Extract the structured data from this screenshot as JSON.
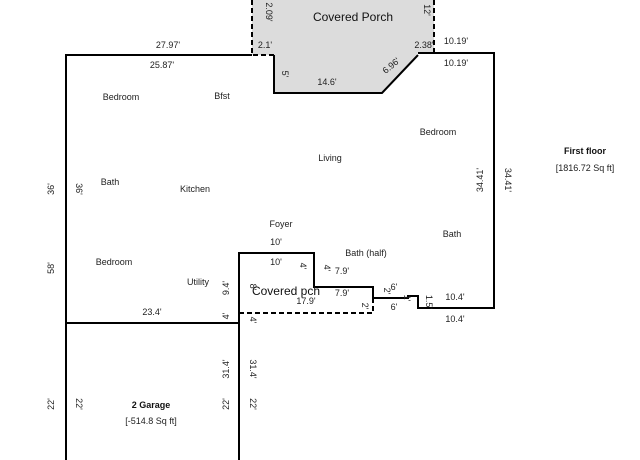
{
  "floor": {
    "title": "First floor",
    "area": "[1816.72 Sq ft]"
  },
  "garage": {
    "title": "2 Garage",
    "area": "[-514.8 Sq ft]"
  },
  "rooms": {
    "covered_porch": "Covered Porch",
    "covered_pch": "Covered pch",
    "bedroom_nw": "Bedroom",
    "bfst": "Bfst",
    "bedroom_e": "Bedroom",
    "living": "Living",
    "bath_w": "Bath",
    "kitchen": "Kitchen",
    "foyer": "Foyer",
    "bath_half": "Bath (half)",
    "bath_e": "Bath",
    "bedroom_sw": "Bedroom",
    "utility": "Utility"
  },
  "dims": {
    "top_outer": "27.97'",
    "top_inner": "25.87'",
    "porch_left_vert": "2.09'",
    "porch_left_small": "2.1'",
    "porch_right_vert": "12'",
    "porch_inner_left": "5'",
    "porch_bottom": "14.6'",
    "porch_diag": "6.96'",
    "porch_right_small": "2.38'",
    "right_top_outer": "10.19'",
    "right_top_inner": "10.19'",
    "left_outer": "36'",
    "left_inner": "36'",
    "right_inner": "34.41'",
    "right_outer": "34.41'",
    "left_lower": "58'",
    "foyer_top": "10'",
    "foyer_inner": "10'",
    "foyer_vert": "4'",
    "bath_half_w": "7.9'",
    "pch_bottom_inner": "7.9'",
    "pch_vert_small": "2'",
    "pch_vert_small2": "2'",
    "step_6a": "6'",
    "step_6b": "6'",
    "step_1": "1'",
    "step_15": "1.5'",
    "pch_left_vert": "8'",
    "utility_vert": "9.4'",
    "pch_bottom": "17.9'",
    "right_bottom_outer": "10.4'",
    "right_bottom_inner": "10.4'",
    "garage_top": "23.4'",
    "garage_small_a": "4'",
    "garage_small_b": "4'",
    "garage_right_outer": "31.4'",
    "garage_right_inner": "31.4'",
    "garage_left_outer": "22'",
    "garage_left_inner": "22'",
    "garage_right_a": "22'",
    "garage_right_b": "22'"
  }
}
